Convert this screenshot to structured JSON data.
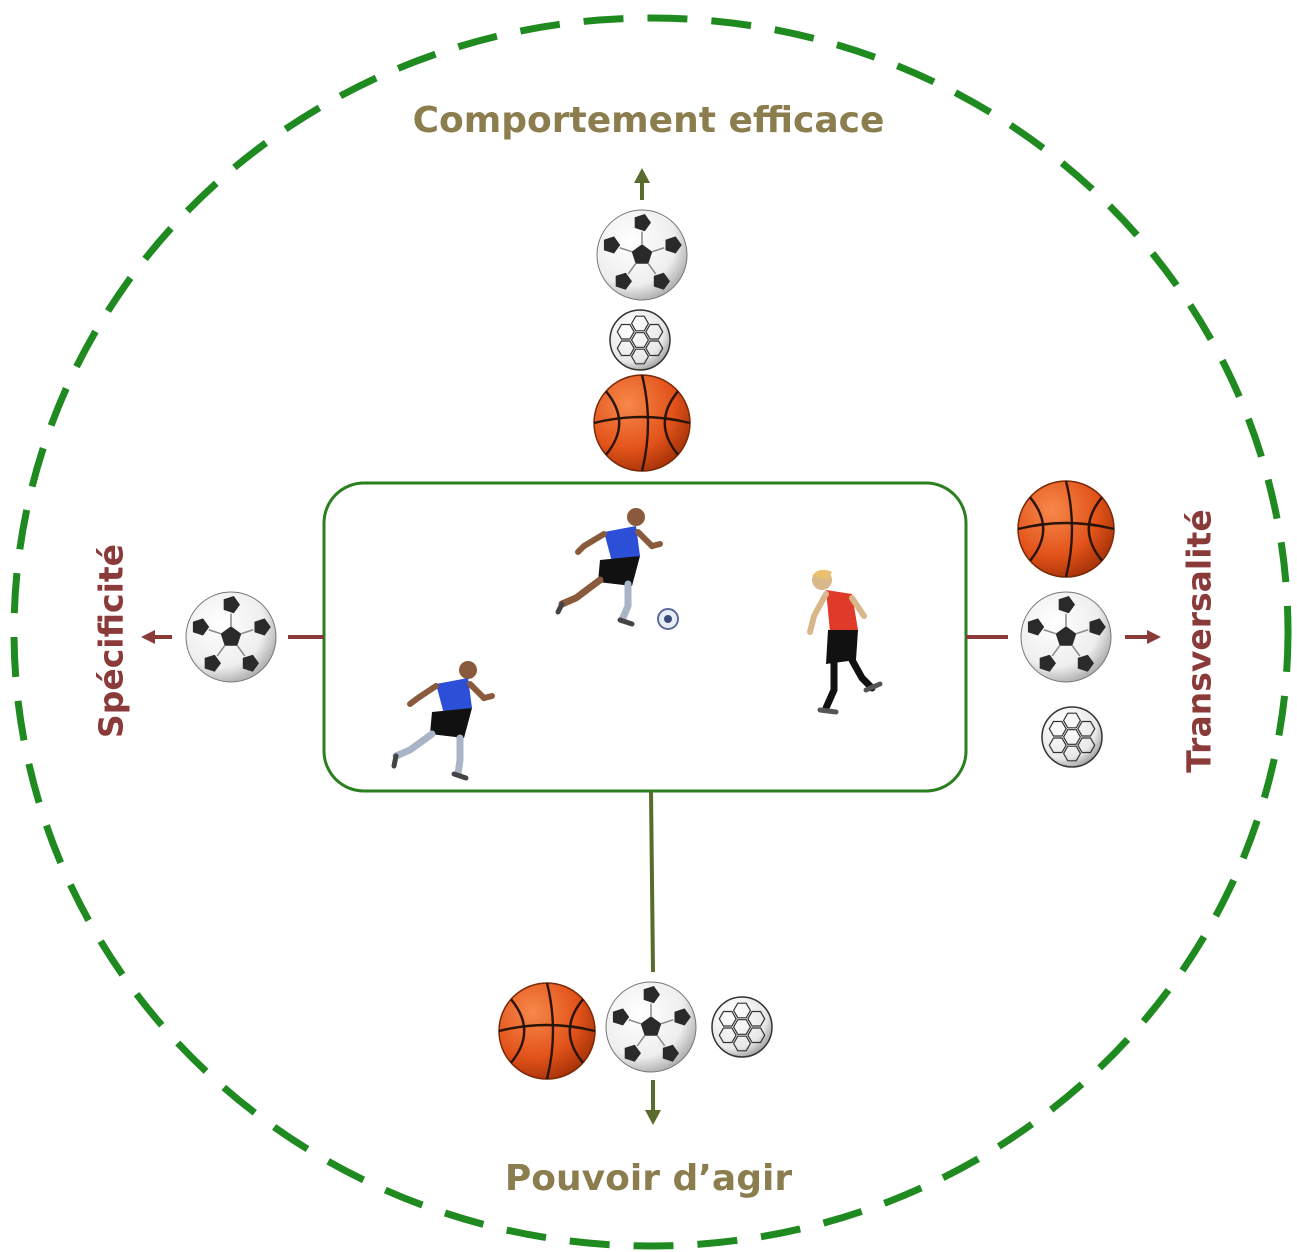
{
  "labels": {
    "top": "Comportement efficace",
    "bottom": "Pouvoir d’agir",
    "left": "Spécificité",
    "right": "Transversalité"
  },
  "colors": {
    "circle": "#1f8a1f",
    "field_border": "#2a7f1e",
    "olive": "#8b7d4e",
    "olive_arrow": "#5a6b2e",
    "maroon": "#8b3a3a",
    "basketball": "#e2531a",
    "team_a_jersey": "#2b4fd6",
    "team_b_jersey": "#e03a2a"
  },
  "icons": [
    "soccer-ball-icon",
    "handball-icon",
    "basketball-icon",
    "player-icon"
  ]
}
